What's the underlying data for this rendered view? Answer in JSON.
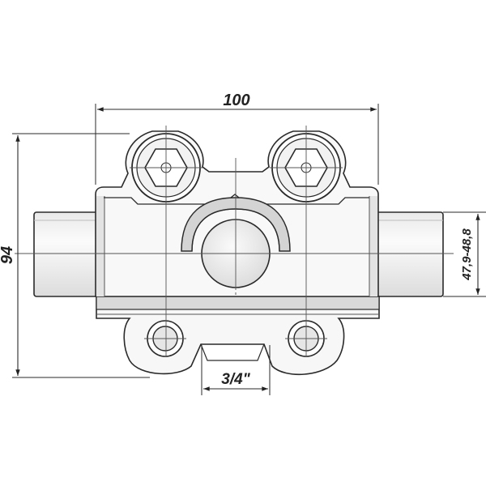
{
  "drawing": {
    "dimensions": {
      "width_label": "100",
      "height_label": "94",
      "pipe_range_label": "47,9-48,8",
      "outlet_label": "3/4\""
    },
    "colors": {
      "line": "#2a2a2a",
      "body_fill": "#f7f7f7",
      "shade": "#cfcfcf",
      "center_line": "#555555"
    }
  }
}
